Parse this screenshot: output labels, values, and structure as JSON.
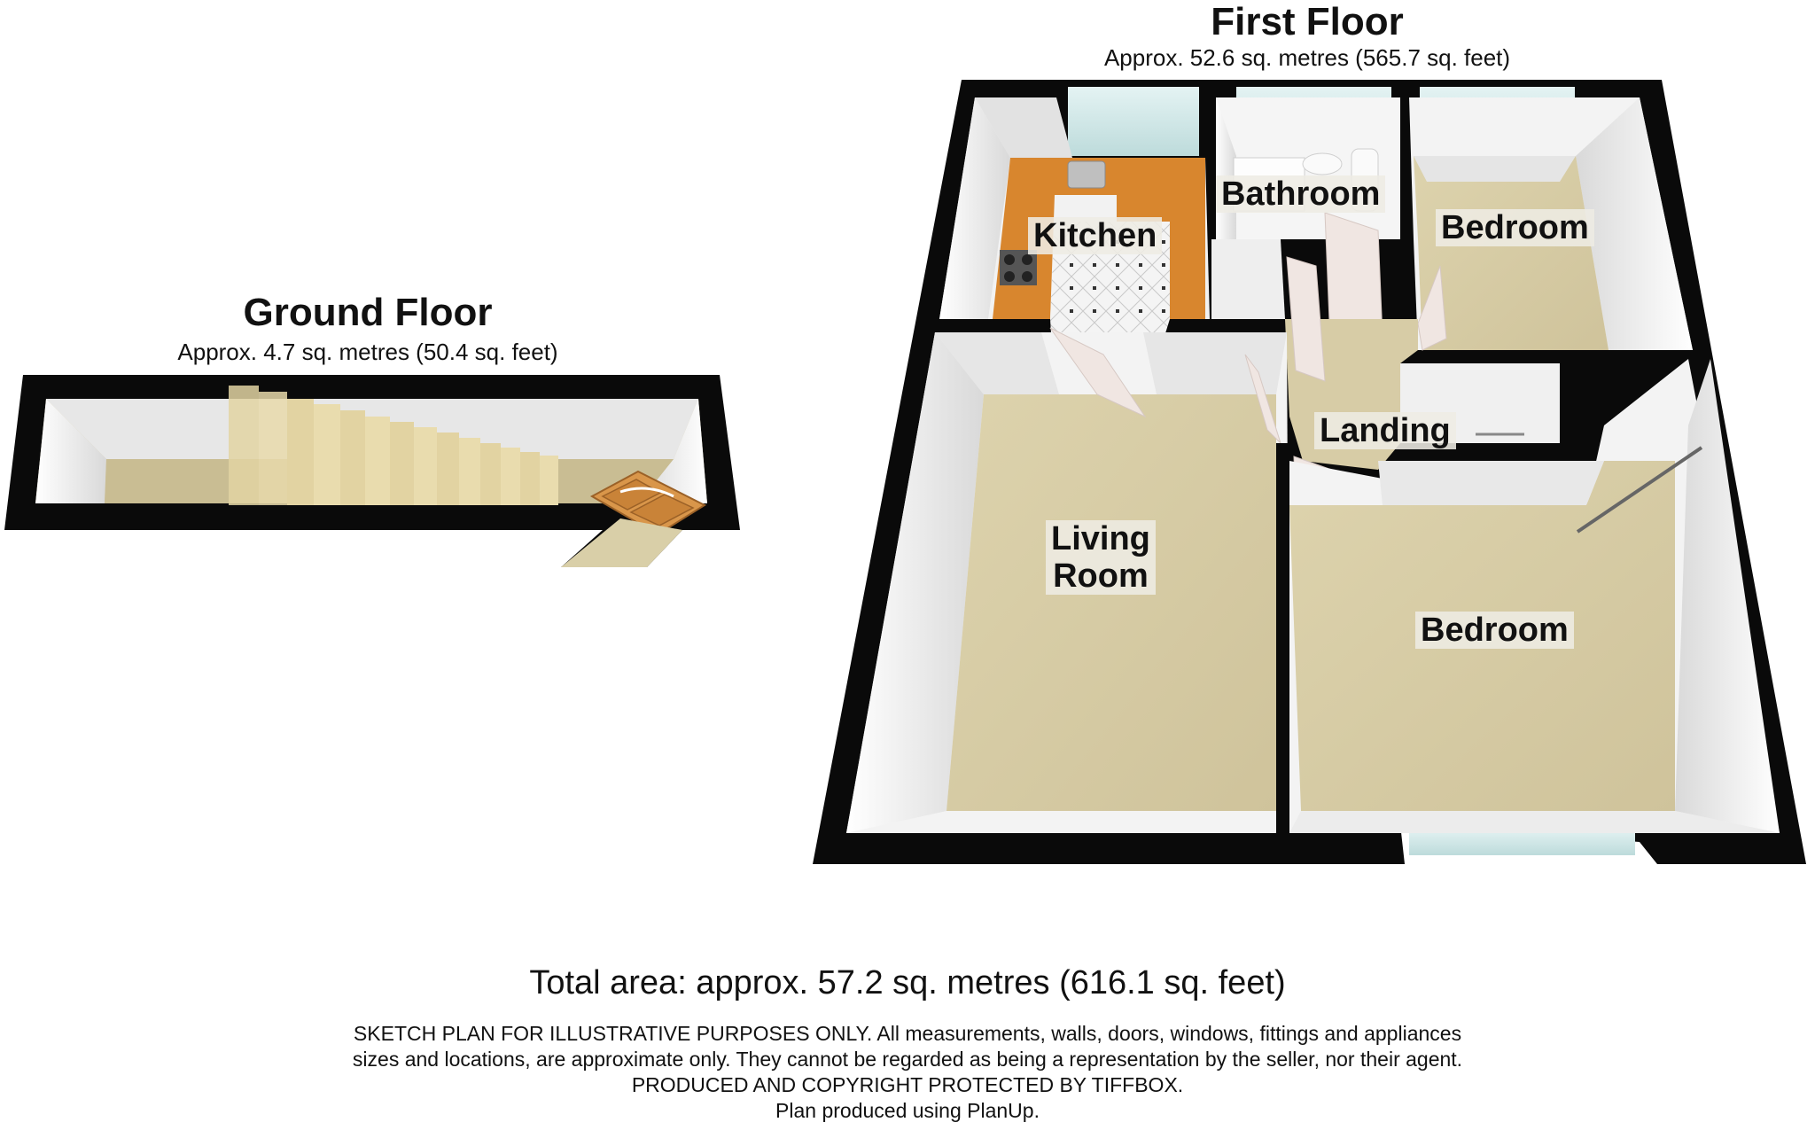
{
  "ground_floor": {
    "title": "Ground Floor",
    "area": "Approx. 4.7 sq. metres (50.4 sq. feet)"
  },
  "first_floor": {
    "title": "First Floor",
    "area": "Approx. 52.6 sq. metres (565.7 sq. feet)",
    "rooms": {
      "kitchen": "Kitchen",
      "bathroom": "Bathroom",
      "bedroom_top": "Bedroom",
      "landing": "Landing",
      "living_room_line1": "Living",
      "living_room_line2": "Room",
      "bedroom_bottom": "Bedroom"
    }
  },
  "total_area": "Total area: approx. 57.2 sq. metres (616.1 sq. feet)",
  "disclaimer": {
    "line1": "SKETCH PLAN FOR ILLUSTRATIVE PURPOSES ONLY. All measurements, walls, doors, windows, fittings and appliances",
    "line2": "sizes and locations, are approximate only. They cannot be regarded as being a representation by the seller, nor their agent.",
    "line3": "PRODUCED AND COPYRIGHT PROTECTED BY TIFFBOX.",
    "line4": "Plan produced using PlanUp."
  },
  "colors": {
    "wall": "#0a0a0a",
    "carpet": "#d9cfa8",
    "inner_wall": "#f3f3f3",
    "kitchen_worktop": "#d8862e",
    "window_glass": "#cfe6e6",
    "stairs": "#e6d7a6",
    "door": "#f0e6e2",
    "front_door": "#d9964a"
  }
}
